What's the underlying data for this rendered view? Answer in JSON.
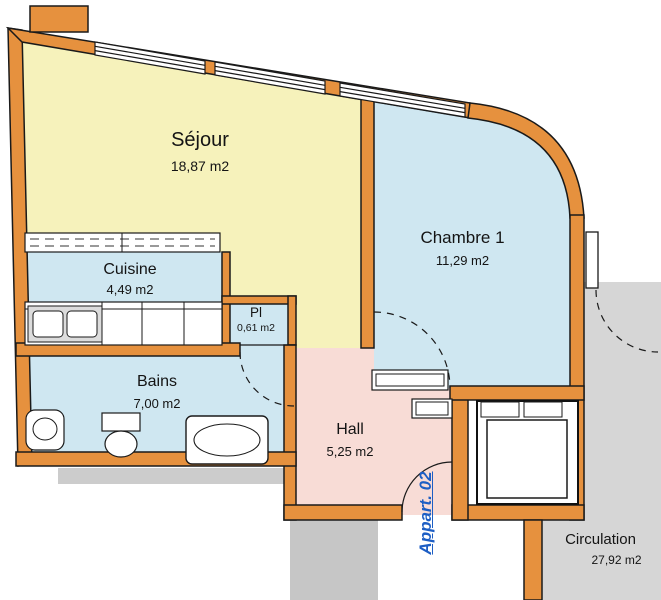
{
  "plan": {
    "rooms": {
      "sejour": {
        "name": "Séjour",
        "area": "18,87 m2"
      },
      "chambre": {
        "name": "Chambre 1",
        "area": "11,29 m2"
      },
      "cuisine": {
        "name": "Cuisine",
        "area": "4,49 m2"
      },
      "pl": {
        "name": "Pl",
        "area": "0,61 m2"
      },
      "bains": {
        "name": "Bains",
        "area": "7,00 m2"
      },
      "hall": {
        "name": "Hall",
        "area": "5,25 m2"
      },
      "circulation": {
        "name": "Circulation",
        "area": "27,92 m2"
      }
    },
    "apartment_label": "Appart. 02",
    "colors": {
      "wall": "#e6913e",
      "wall_outline": "#1a1a1a",
      "sejour_fill": "#f6f2bb",
      "wet_rooms_fill": "#cfe7f1",
      "hall_fill": "#f8dcd6",
      "circulation_fill": "#d6d6d6",
      "apartment_label_text": "#1d5ec4"
    }
  }
}
